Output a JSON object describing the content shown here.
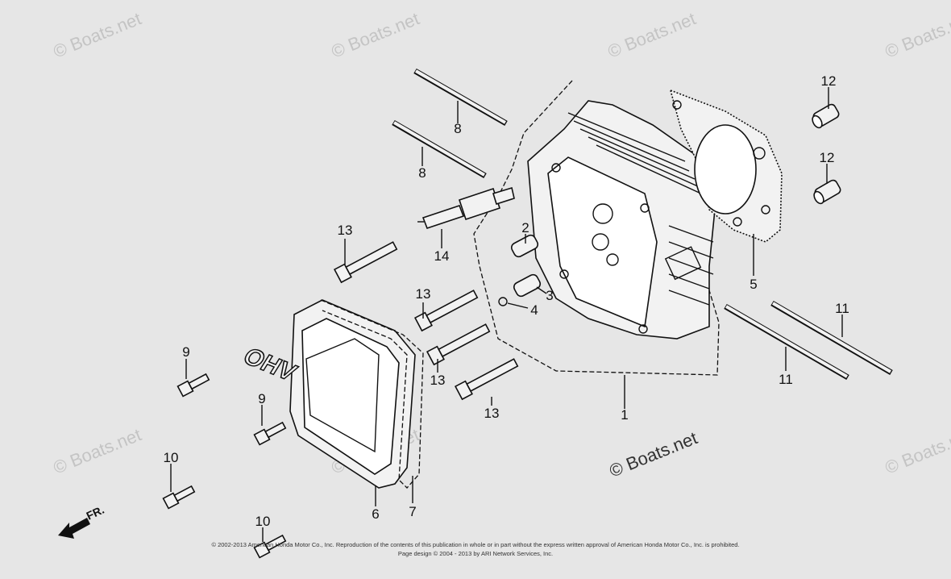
{
  "watermarks": [
    "© Boats.net",
    "© Boats.net",
    "© Boats.net",
    "© Boats.net",
    "© Boats.net",
    "© Boats.net",
    "© Boats.net",
    "© Boats.net"
  ],
  "brand_watermark": "© Boats.net",
  "cover_text": "OHV",
  "direction_label": "FR.",
  "callouts": {
    "c1": "1",
    "c2": "2",
    "c3": "3",
    "c4": "4",
    "c5": "5",
    "c6": "6",
    "c7": "7",
    "c8a": "8",
    "c8b": "8",
    "c9a": "9",
    "c9b": "9",
    "c10a": "10",
    "c10b": "10",
    "c11a": "11",
    "c11b": "11",
    "c12a": "12",
    "c12b": "12",
    "c13a": "13",
    "c13b": "13",
    "c13c": "13",
    "c13d": "13",
    "c14": "14"
  },
  "footer": {
    "line1": "© 2002-2013 American Honda Motor Co., Inc. Reproduction of the contents of this publication in whole or in part without the express written approval of American Honda Motor Co., Inc. is prohibited.",
    "line2": "Page design © 2004 - 2013 by ARI Network Services, Inc."
  },
  "colors": {
    "background": "#e6e6e6",
    "ink": "#111111",
    "watermark": "#c4c4c4"
  }
}
